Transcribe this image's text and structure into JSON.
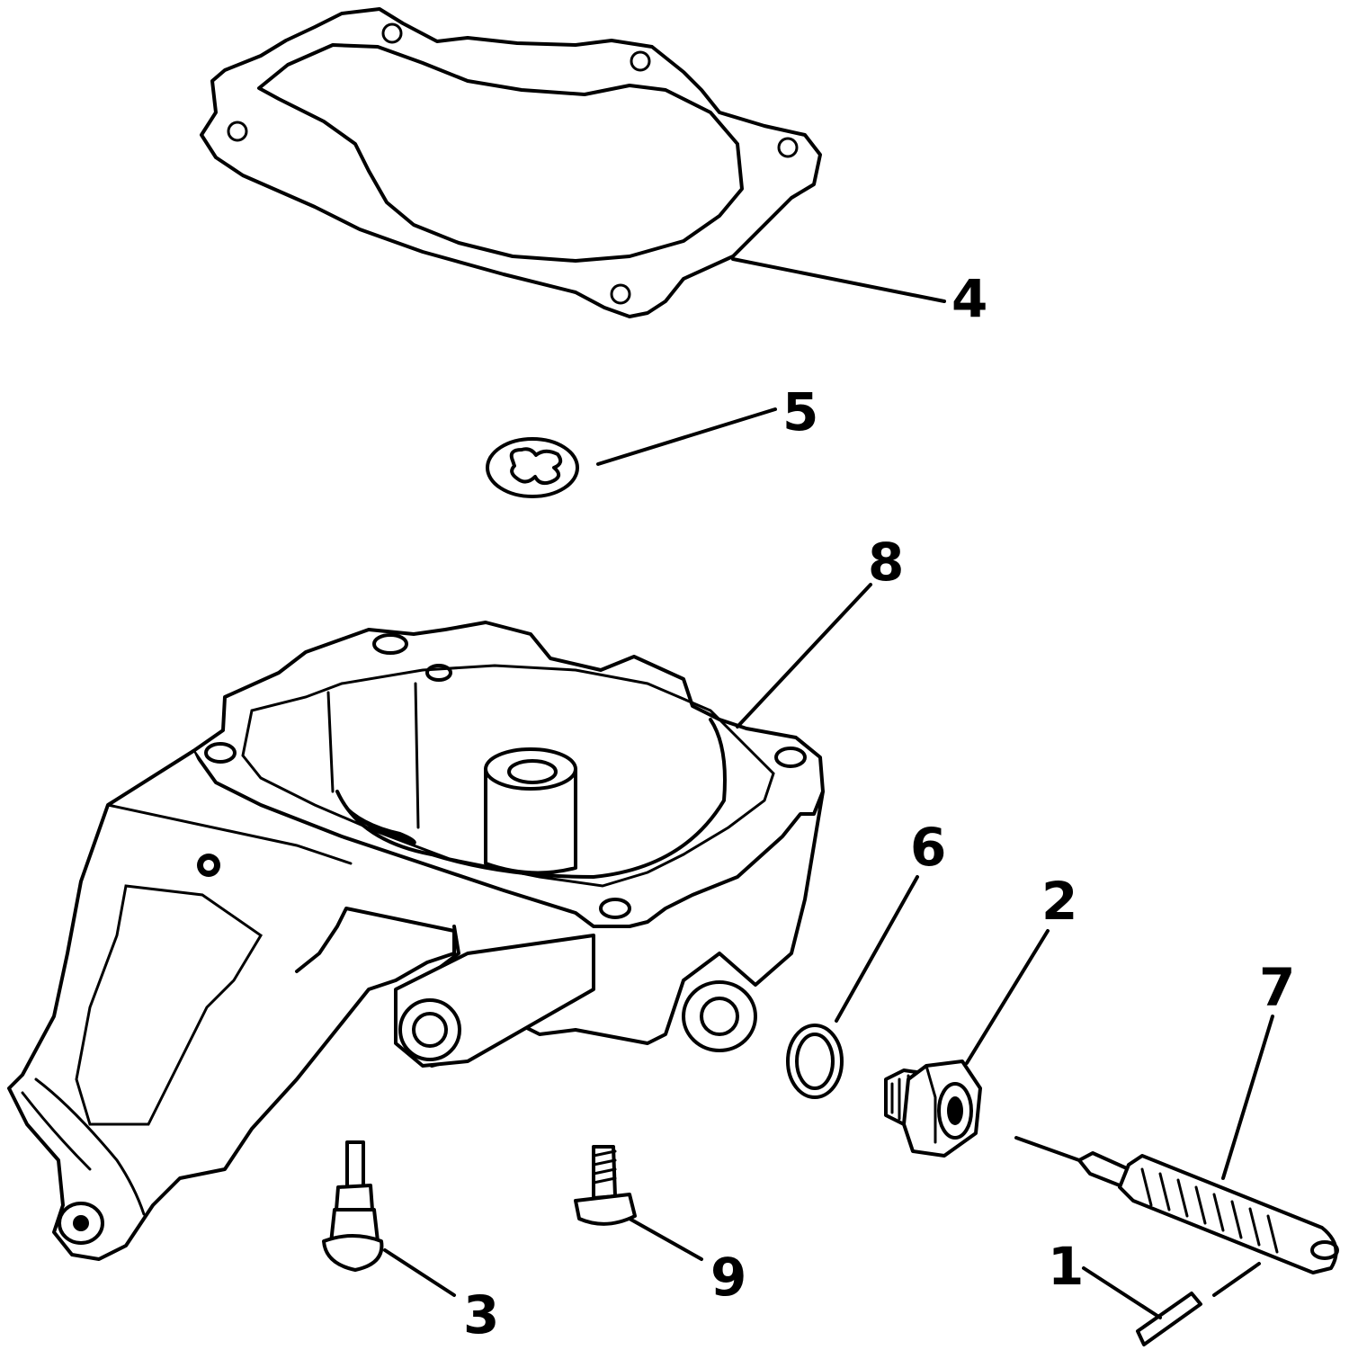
{
  "callouts": [
    {
      "id": "1",
      "part": "pin"
    },
    {
      "id": "2",
      "part": "plug"
    },
    {
      "id": "3",
      "part": "screw"
    },
    {
      "id": "4",
      "part": "gasket"
    },
    {
      "id": "5",
      "part": "retaining-ring"
    },
    {
      "id": "6",
      "part": "washer"
    },
    {
      "id": "7",
      "part": "needle-valve"
    },
    {
      "id": "8",
      "part": "float-bowl"
    },
    {
      "id": "9",
      "part": "screw"
    }
  ]
}
